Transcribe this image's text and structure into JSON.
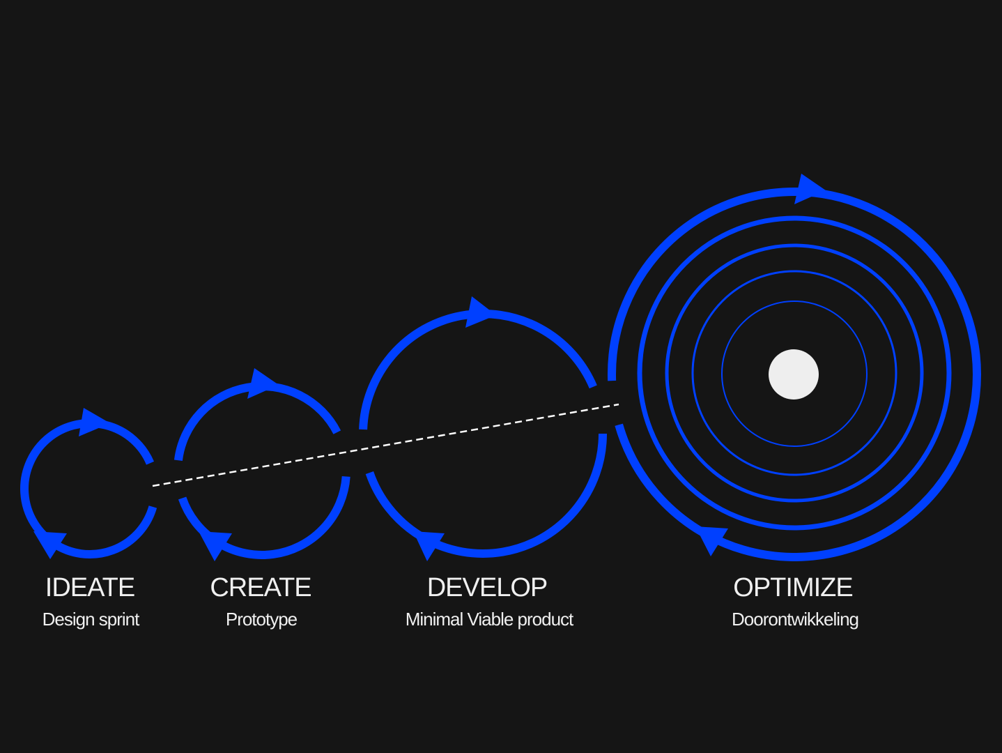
{
  "colors": {
    "background": "#151515",
    "accent": "#0040ff",
    "dot": "#eeeeee",
    "dash": "#ffffff"
  },
  "stages": [
    {
      "title": "IDEATE",
      "subtitle": "Design sprint"
    },
    {
      "title": "CREATE",
      "subtitle": "Prototype"
    },
    {
      "title": "DEVELOP",
      "subtitle": "Minimal Viable product"
    },
    {
      "title": "OPTIMIZE",
      "subtitle": "Doorontwikkeling"
    }
  ]
}
